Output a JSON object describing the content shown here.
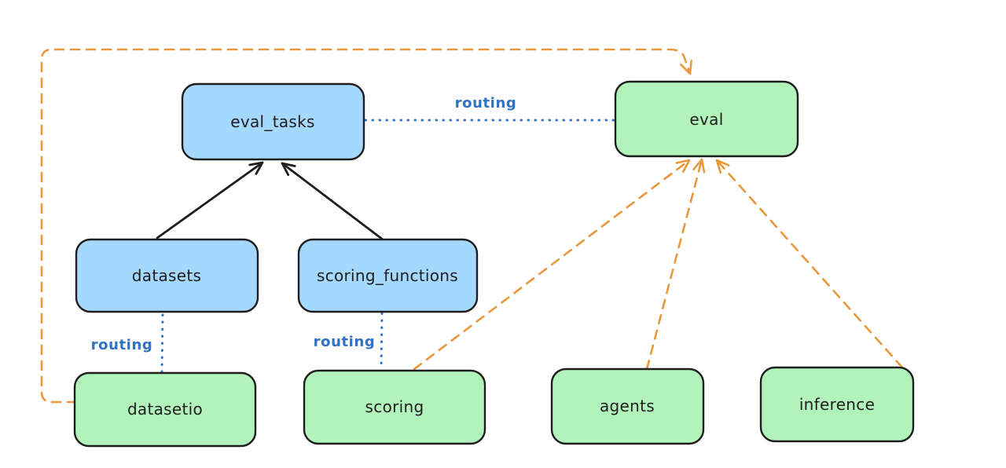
{
  "diagram": {
    "nodes": [
      {
        "id": "eval_tasks",
        "label": "eval_tasks",
        "fill": "#a5d8ff"
      },
      {
        "id": "eval",
        "label": "eval",
        "fill": "#b2f2bb"
      },
      {
        "id": "datasets",
        "label": "datasets",
        "fill": "#a5d8ff"
      },
      {
        "id": "scoring_functions",
        "label": "scoring_functions",
        "fill": "#a5d8ff"
      },
      {
        "id": "datasetio",
        "label": "datasetio",
        "fill": "#b2f2bb"
      },
      {
        "id": "scoring",
        "label": "scoring",
        "fill": "#b2f2bb"
      },
      {
        "id": "agents",
        "label": "agents",
        "fill": "#b2f2bb"
      },
      {
        "id": "inference",
        "label": "inference",
        "fill": "#b2f2bb"
      }
    ],
    "edges": [
      {
        "from": "datasets",
        "to": "eval_tasks",
        "style": "solid",
        "color": "#1e1e1e"
      },
      {
        "from": "scoring_functions",
        "to": "eval_tasks",
        "style": "solid",
        "color": "#1e1e1e"
      },
      {
        "from": "eval_tasks",
        "to": "eval",
        "style": "dotted",
        "color": "#2f72c6",
        "label": "routing"
      },
      {
        "from": "datasets",
        "to": "datasetio",
        "style": "dotted",
        "color": "#2f72c6",
        "label": "routing"
      },
      {
        "from": "scoring_functions",
        "to": "scoring",
        "style": "dotted",
        "color": "#2f72c6",
        "label": "routing"
      },
      {
        "from": "datasetio",
        "to": "eval",
        "style": "dashed",
        "color": "#e8973a"
      },
      {
        "from": "scoring",
        "to": "eval",
        "style": "dashed",
        "color": "#e8973a"
      },
      {
        "from": "agents",
        "to": "eval",
        "style": "dashed",
        "color": "#e8973a"
      },
      {
        "from": "inference",
        "to": "eval",
        "style": "dashed",
        "color": "#e8973a"
      }
    ],
    "colors": {
      "background": "#ffffff",
      "node_border": "#1e1e1e",
      "node_text": "#1e1e1e",
      "blue_fill": "#a5d8ff",
      "green_fill": "#b2f2bb",
      "routing_label": "#2f72c6",
      "arrow_black": "#1e1e1e",
      "arrow_orange": "#e8973a"
    }
  }
}
